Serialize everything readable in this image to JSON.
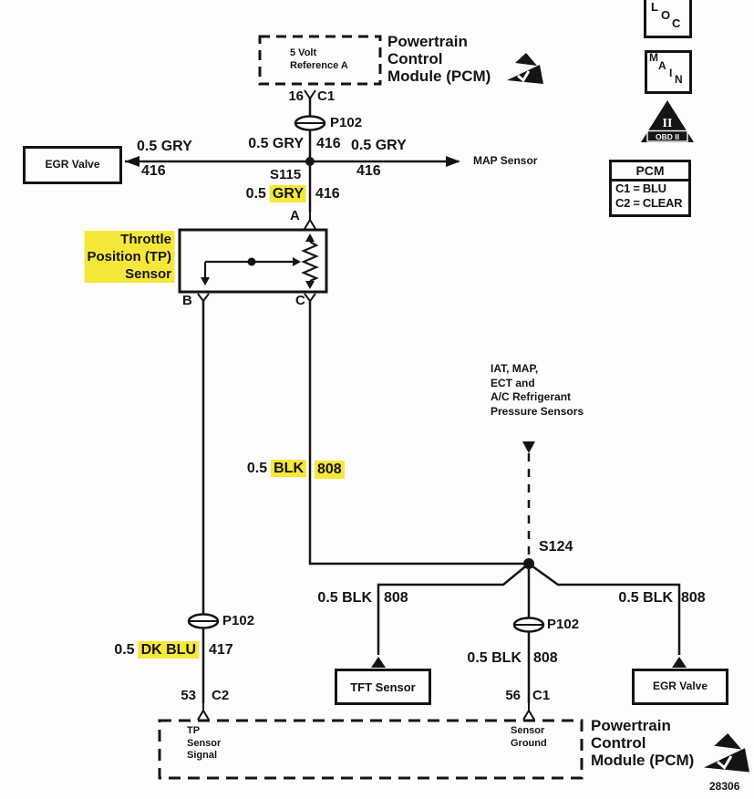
{
  "highlight_color": "#f6e73b",
  "ink_color": "#141414",
  "top_right_panel": {
    "loc_tab": {
      "letters": [
        "L",
        "O",
        "C"
      ]
    },
    "main_tab": {
      "letters": [
        "M",
        "A",
        "I",
        "N"
      ]
    },
    "obdii_badge": {
      "numeral": "II",
      "label": "OBD II"
    },
    "pcm_legend": {
      "title": "PCM",
      "rows": [
        "C1 = BLU",
        "C2 = CLEAR"
      ]
    }
  },
  "pcm_top": {
    "name_lines": [
      "Powertrain",
      "Control",
      "Module (PCM)"
    ],
    "function_lines": [
      "5 Volt",
      "Reference A"
    ],
    "pin": "16",
    "connector": "C1"
  },
  "inline_connectors": {
    "top": "P102",
    "left": "P102",
    "center": "P102"
  },
  "splices": {
    "s115": "S115",
    "s124": "S124"
  },
  "wire_labels": {
    "gry_left": {
      "gauge_color": "0.5 GRY",
      "circuit": "416"
    },
    "gry_top": {
      "gauge_color": "0.5 GRY",
      "circuit": "416"
    },
    "gry_right": {
      "gauge_color": "0.5 GRY",
      "circuit": "416"
    },
    "gry_down": {
      "gauge": "0.5",
      "color": "GRY",
      "circuit": "416"
    },
    "blk_tp": {
      "gauge": "0.5",
      "color": "BLK",
      "circuit": "808"
    },
    "dk_blu": {
      "gauge": "0.5",
      "color": "DK BLU",
      "circuit": "417"
    },
    "blk_left": {
      "gauge_color": "0.5 BLK",
      "circuit": "808"
    },
    "blk_center": {
      "gauge_color": "0.5 BLK",
      "circuit": "808"
    },
    "blk_right": {
      "gauge_color": "0.5 BLK",
      "circuit": "808"
    }
  },
  "components": {
    "egr_valve_top": "EGR Valve",
    "map_sensor": "MAP Sensor",
    "tft_sensor": "TFT Sensor",
    "egr_valve_bottom": "EGR Valve",
    "tp_sensor_lines": [
      "Throttle",
      "Position (TP)",
      "Sensor"
    ],
    "offpage_sensors_lines": [
      "IAT, MAP,",
      "ECT and",
      "A/C Refrigerant",
      "Pressure Sensors"
    ]
  },
  "terminals": {
    "a": "A",
    "b": "B",
    "c": "C",
    "pin53": "53",
    "connector53": "C2",
    "pin56": "56",
    "connector56": "C1"
  },
  "pcm_bottom": {
    "name_lines": [
      "Powertrain",
      "Control",
      "Module (PCM)"
    ],
    "tp_signal_lines": [
      "TP",
      "Sensor",
      "Signal"
    ],
    "sensor_ground_lines": [
      "Sensor",
      "Ground"
    ]
  },
  "figure_number": "28306"
}
